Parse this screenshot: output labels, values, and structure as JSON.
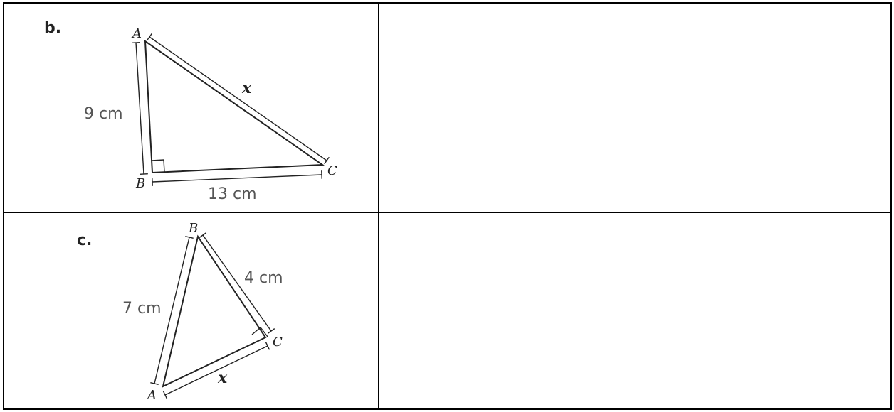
{
  "problems": [
    {
      "part_label": "b.",
      "vertices": {
        "a": "A",
        "b": "B",
        "c": "C"
      },
      "side_ab": "9 cm",
      "side_bc": "13 cm",
      "side_ac": "x"
    },
    {
      "part_label": "c.",
      "vertices": {
        "a": "A",
        "b": "B",
        "c": "C"
      },
      "side_ab": "7 cm",
      "side_bc": "4 cm",
      "side_ac": "x"
    }
  ]
}
